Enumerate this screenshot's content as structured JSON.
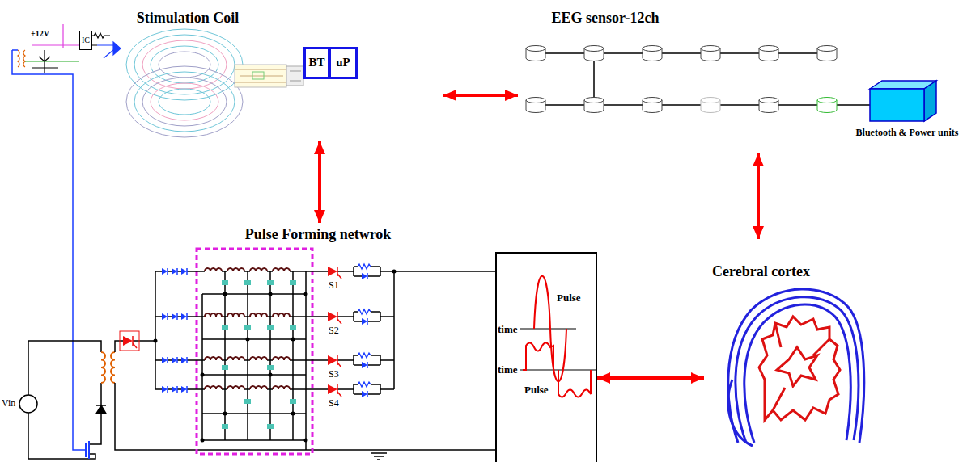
{
  "diagram": {
    "nodes": [
      {
        "text": [
          "Stimulation Coil"
        ]
      },
      {
        "text": [
          "BT"
        ],
        "in": 0
      },
      {
        "text": [
          "uP"
        ],
        "in": 0
      },
      {
        "text": [
          "EEG sensor-12ch"
        ]
      },
      {
        "text": [
          "Bluetooth & Power units"
        ],
        "in": 3
      },
      {
        "text": [
          "IC"
        ]
      },
      {
        "text": [
          "Pulse Forming netwrok"
        ]
      },
      {
        "text": [
          "Pulse",
          "time",
          "time",
          "Pulse"
        ]
      },
      {
        "text": [
          "Cerebral cortex"
        ]
      }
    ],
    "edges": [
      {
        "from": 0,
        "to": 3,
        "arrow": "both"
      },
      {
        "from": 0,
        "to": 6,
        "arrow": "both"
      },
      {
        "from": 3,
        "to": 8,
        "arrow": "both"
      },
      {
        "from": 7,
        "to": 8,
        "arrow": "both"
      }
    ],
    "labels": [
      "+12V",
      "S1",
      "S2",
      "S3",
      "S4",
      "Vin"
    ]
  }
}
